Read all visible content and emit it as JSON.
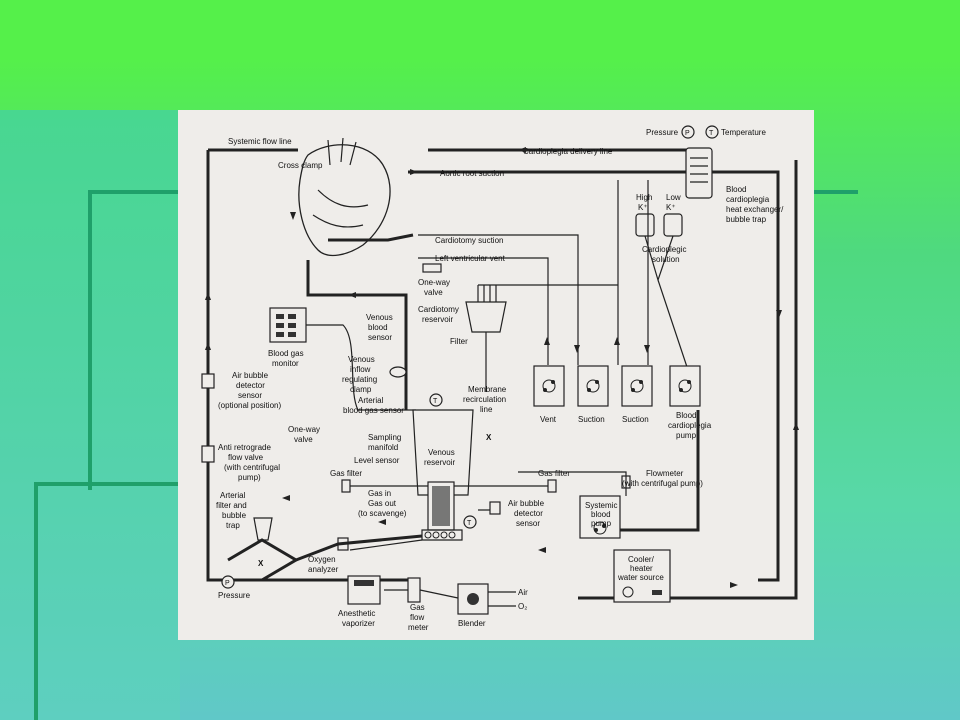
{
  "slide": {
    "accent": "#55f04a",
    "teal": "#5ecfc0"
  },
  "diagram": {
    "labels": {
      "systemic_flow_line": "Systemic flow line",
      "cross_clamp": "Cross clamp",
      "pressure_top": "Pressure",
      "temperature": "Temperature",
      "cardioplegia_delivery": "Cardioplegia delivery line",
      "aortic_root_suction": "Aortic root suction",
      "high_k": "High",
      "low_k": "Low",
      "k_plus": "K⁺",
      "blood_cardioplegia_hx_1": "Blood",
      "blood_cardioplegia_hx_2": "cardioplegia",
      "blood_cardioplegia_hx_3": "heat exchanger/",
      "blood_cardioplegia_hx_4": "bubble trap",
      "cardiotomy_suction": "Cardiotomy suction",
      "left_ventricular_vent": "Left ventricular vent",
      "cardioplegic_1": "Cardioplegic",
      "cardioplegic_2": "solution",
      "one_way_valve_1": "One-way",
      "one_way_valve_2": "valve",
      "cardiotomy_res_1": "Cardiotomy",
      "cardiotomy_res_2": "reservoir",
      "venous_blood_sensor_1": "Venous",
      "venous_blood_sensor_2": "blood",
      "venous_blood_sensor_3": "sensor",
      "filter": "Filter",
      "blood_gas_monitor_1": "Blood gas",
      "blood_gas_monitor_2": "monitor",
      "venous_inflow_1": "Venous",
      "venous_inflow_2": "inflow",
      "venous_inflow_3": "regulating",
      "venous_inflow_4": "clamp",
      "air_bubble_1": "Air bubble",
      "air_bubble_2": "detector",
      "air_bubble_3": "sensor",
      "air_bubble_4": "(optional position)",
      "arterial_bg_1": "Arterial",
      "arterial_bg_2": "blood gas sensor",
      "membrane_recirc_1": "Membrane",
      "membrane_recirc_2": "recirculation",
      "membrane_recirc_3": "line",
      "vent": "Vent",
      "suction_1": "Suction",
      "suction_2": "Suction",
      "blood_cp_pump_1": "Blood",
      "blood_cp_pump_2": "cardioplegia",
      "blood_cp_pump_3": "pump",
      "one_way_valve_b1": "One-way",
      "one_way_valve_b2": "valve",
      "sampling_manifold_1": "Sampling",
      "sampling_manifold_2": "manifold",
      "anti_retro_1": "Anti retrograde",
      "anti_retro_2": "flow valve",
      "anti_retro_3": "(with centrifugal",
      "anti_retro_4": "pump)",
      "level_sensor": "Level sensor",
      "venous_res_1": "Venous",
      "venous_res_2": "reservoir",
      "flowmeter_1": "Flowmeter",
      "flowmeter_2": "(with centrifugal pump)",
      "gas_filter_1": "Gas filter",
      "gas_filter_2": "Gas filter",
      "gas_in": "Gas in",
      "gas_out_1": "Gas out",
      "gas_out_2": "(to scavenge)",
      "air_bubble_b1": "Air bubble",
      "air_bubble_b2": "detector",
      "air_bubble_b3": "sensor",
      "systemic_pump_1": "Systemic",
      "systemic_pump_2": "blood",
      "systemic_pump_3": "pump",
      "arterial_filter_1": "Arterial",
      "arterial_filter_2": "filter and",
      "arterial_filter_3": "bubble",
      "arterial_filter_4": "trap",
      "cooler_1": "Cooler/",
      "cooler_2": "heater",
      "cooler_3": "water source",
      "oxygen_analyzer_1": "Oxygen",
      "oxygen_analyzer_2": "analyzer",
      "pressure_bottom": "Pressure",
      "anesthetic_1": "Anesthetic",
      "anesthetic_2": "vaporizer",
      "gas_flow_1": "Gas",
      "gas_flow_2": "flow",
      "gas_flow_3": "meter",
      "blender": "Blender",
      "air": "Air",
      "o2": "O₂",
      "p_symbol": "P",
      "t_symbol": "T",
      "x_mark": "X"
    }
  }
}
